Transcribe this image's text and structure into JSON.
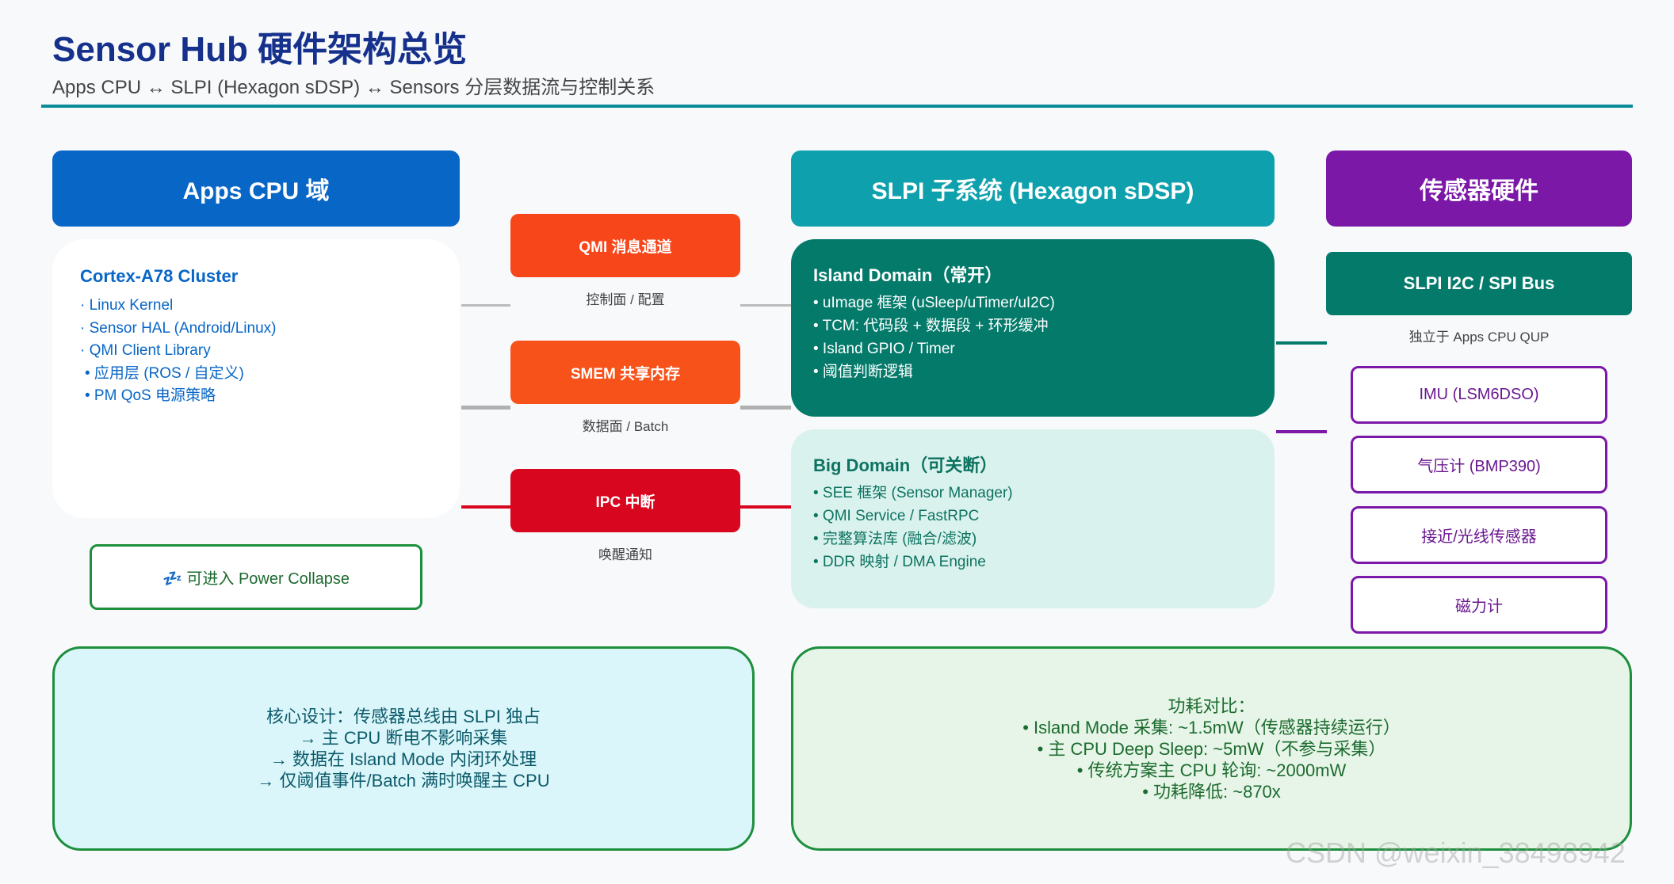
{
  "header": {
    "title": "Sensor Hub 硬件架构总览",
    "subtitle": "Apps CPU ↔ SLPI (Hexagon sDSP) ↔ Sensors 分层数据流与控制关系"
  },
  "columns": {
    "apps": "Apps CPU 域",
    "slpi": "SLPI 子系统 (Hexagon sDSP)",
    "sensors": "传感器硬件"
  },
  "apps_card": {
    "title": "Cortex-A78 Cluster",
    "items": [
      "· Linux Kernel",
      "· Sensor HAL (Android/Linux)",
      "· QMI Client Library",
      "• 应用层 (ROS / 自定义)",
      "• PM QoS 电源策略"
    ]
  },
  "power_collapse": "💤 可进入 Power Collapse",
  "channels": [
    {
      "label": "QMI 消息通道",
      "caption": "控制面 / 配置",
      "color": "#f8461b"
    },
    {
      "label": "SMEM 共享内存",
      "caption": "数据面 / Batch",
      "color": "#f8521b"
    },
    {
      "label": "IPC 中断",
      "caption": "唤醒通知",
      "color": "#d9061f"
    }
  ],
  "island_domain": {
    "title": "Island Domain（常开）",
    "items": [
      "• uImage 框架 (uSleep/uTimer/uI2C)",
      "• TCM: 代码段 + 数据段 + 环形缓冲",
      "• Island GPIO / Timer",
      "• 阈值判断逻辑"
    ]
  },
  "big_domain": {
    "title": "Big Domain（可关断）",
    "items": [
      "• SEE 框架 (Sensor Manager)",
      "• QMI Service / FastRPC",
      "• 完整算法库 (融合/滤波)",
      "• DDR 映射 / DMA Engine"
    ]
  },
  "bus": {
    "label": "SLPI I2C / SPI Bus",
    "note": "独立于 Apps CPU QUP"
  },
  "sensors": [
    "IMU (LSM6DSO)",
    "气压计 (BMP390)",
    "接近/光线传感器",
    "磁力计"
  ],
  "core_design": [
    "核心设计：传感器总线由 SLPI 独占",
    "→ 主 CPU 断电不影响采集",
    "→ 数据在 Island Mode 内闭环处理",
    "→ 仅阈值事件/Batch 满时唤醒主 CPU"
  ],
  "power_compare": [
    "功耗对比：",
    "• Island Mode 采集: ~1.5mW（传感器持续运行）",
    "• 主 CPU Deep Sleep: ~5mW（不参与采集）",
    "• 传统方案主 CPU 轮询: ~2000mW",
    "• 功耗降低: ~870x"
  ],
  "watermark": "CSDN @weixin_38498942",
  "colors": {
    "apps_blue": "#0866c6",
    "slpi_teal": "#0fa0ad",
    "sensor_purple": "#7b18a8",
    "island_green": "#047a6b"
  }
}
